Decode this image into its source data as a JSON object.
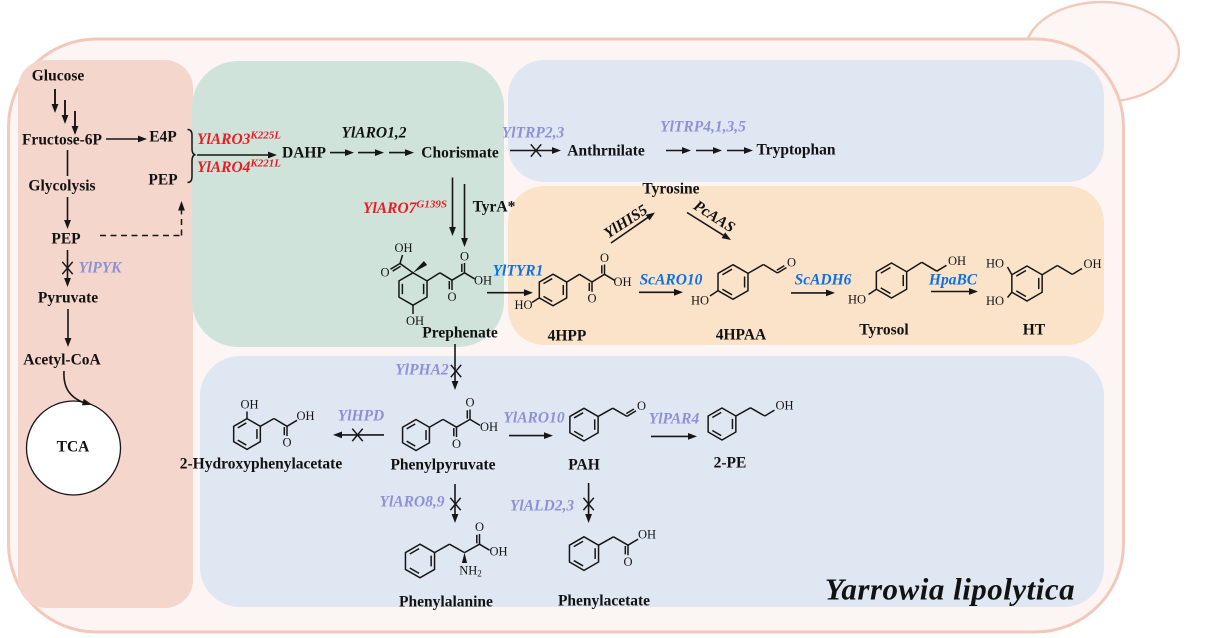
{
  "colors": {
    "panel_glycolysis": "#f5d6cc",
    "panel_shikimate": "#cfe3da",
    "panel_lavender": "#dfe7f3",
    "panel_tyrosol": "#fbe3ca",
    "cell_fill": "#fdf5f3",
    "cell_border": "#f2c8ba",
    "enzyme_red": "#ec1b23",
    "enzyme_blue": "#0d71e2",
    "enzyme_purple": "#8d92d6",
    "text_black": "#121212"
  },
  "organism": "Yarrowia lipolytica",
  "glycolysis_panel": {
    "glucose": "Glucose",
    "fructose6p": "Fructose-6P",
    "e4p": "E4P",
    "pep_upper": "PEP",
    "glycolysis": "Glycolysis",
    "pep": "PEP",
    "ylpyk": "YlPYK",
    "pyruvate": "Pyruvate",
    "acetylcoa": "Acetyl-CoA",
    "tca": "TCA"
  },
  "shikimate_panel": {
    "ylaro3": "YlARO3",
    "ylaro3_sup": "K225L",
    "ylaro4": "YlARO4",
    "ylaro4_sup": "K221L",
    "dahp": "DAHP",
    "ylaro12": "YlARO1,2",
    "chorismate": "Chorismate",
    "ylaro7": "YlARO7",
    "ylaro7_sup": "G139S",
    "tyra": "TyrA*",
    "prephenate": "Prephenate"
  },
  "tryptophan_panel": {
    "yltrp23": "YlTRP2,3",
    "anthranilate": "Anthrnilate",
    "yltrp4135": "YlTRP4,1,3,5",
    "tryptophan": "Tryptophan"
  },
  "tyrosol_panel": {
    "tyrosine": "Tyrosine",
    "ylhis5": "YlHIS5",
    "pcaas": "PcAAS",
    "yltyr1": "YlTYR1",
    "hpp": "4HPP",
    "scaro10": "ScARO10",
    "hpaa": "4HPAA",
    "scadh6": "ScADH6",
    "tyrosol": "Tyrosol",
    "hpabc": "HpaBC",
    "ht": "HT"
  },
  "phenyl_panel": {
    "ylpha2": "YlPHA2",
    "ylhpd": "YlHPD",
    "hydroxyphenylacetate": "2-Hydroxyphenylacetate",
    "phenylpyruvate": "Phenylpyruvate",
    "ylaro10": "YlARO10",
    "pah": "PAH",
    "ylpar4": "YlPAR4",
    "pe": "2-PE",
    "ylaro89": "YlARO8,9",
    "ylald23": "YlALD2,3",
    "phenylalanine": "Phenylalanine",
    "phenylacetate": "Phenylacetate"
  },
  "atoms": {
    "oh": "OH",
    "ho": "HO",
    "o": "O",
    "nh2": "NH2"
  }
}
